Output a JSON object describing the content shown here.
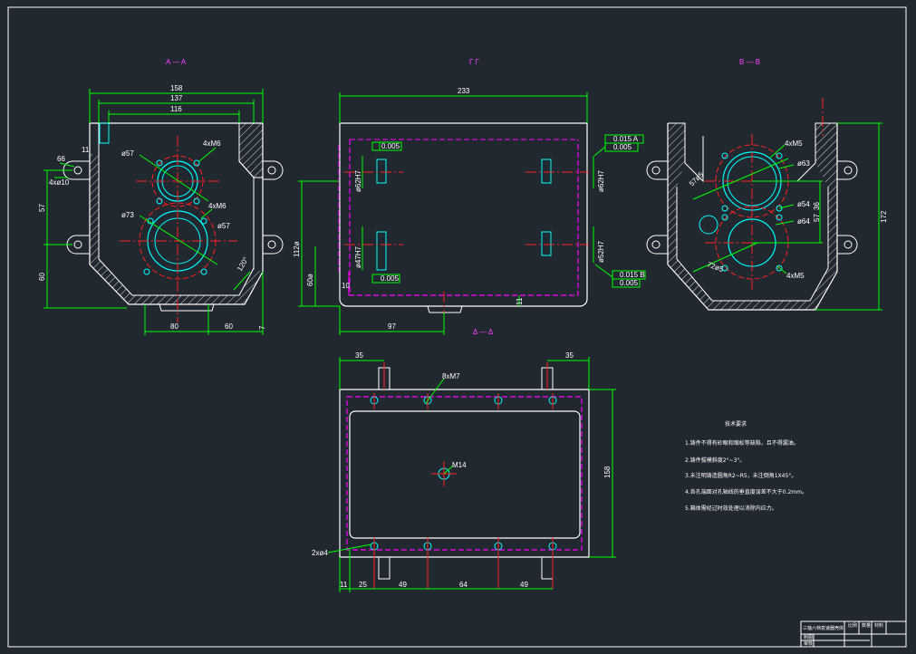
{
  "colors": {
    "background": "#212830",
    "outline": "#ffffff",
    "dimension": "#00ff00",
    "centerline": "#ff2020",
    "hidden": "#ff00ff",
    "bore": "#00ffff",
    "hatch": "#ffffff"
  },
  "view_labels": {
    "left": "A — A",
    "front": "Γ Γ",
    "right": "B — B",
    "bottom": "Δ — Δ"
  },
  "left_view": {
    "dims": {
      "w158": "158",
      "w137": "137",
      "w116": "116",
      "d11": "11",
      "r66": "66",
      "d4x10": "4xø10",
      "h57": "57",
      "h60": "60",
      "b80": "80",
      "b60": "60",
      "d7": "7",
      "ang": "120°",
      "d57a": "ø57",
      "d4m6a": "4xM6",
      "d73": "ø73",
      "d4m6b": "4xM6",
      "d57b": "ø57"
    }
  },
  "front_view": {
    "dims": {
      "w233": "233",
      "w97": "97",
      "h11": "11",
      "h112": "112ø",
      "h60": "60ø",
      "d10": "10",
      "tol1": "0.005",
      "tol2": "0.015 A",
      "tol3": "0.005",
      "tol4": "0.015 B",
      "tol5": "0.005",
      "tol6": "0.005",
      "bore1": "ø62H7",
      "bore2": "ø47H7",
      "bore3": "ø62H7",
      "bore4": "ø52H7"
    }
  },
  "right_view": {
    "dims": {
      "h172": "172",
      "d63": "ø63",
      "d54": "ø54",
      "d64": "ø64",
      "d4m5a": "4xM5",
      "d4m5b": "4xM5",
      "d57": "57",
      "d36": "36",
      "a57": "57ø5",
      "a72": "72ø5"
    }
  },
  "bottom_view": {
    "dims": {
      "w35a": "35",
      "w35b": "35",
      "h158": "158",
      "m8": "8xM7",
      "m14": "M14",
      "m4": "2xø4",
      "b11": "11",
      "b25": "25",
      "b49a": "49",
      "b64": "64",
      "b49b": "49"
    }
  },
  "notes": {
    "title": "技术要求",
    "items": [
      "1.铸件不得有砂眼和缩松等缺陷，且不得漏油。",
      "2.铸件拔模斜度2°~3°。",
      "3.未注明铸造圆角R2~R5，未注倒角1X45°。",
      "4.各孔端面对孔轴线的垂直度误差不大于0.2mm。",
      "5.箱体需经过时效处理以消除内应力。"
    ]
  },
  "title_block": {
    "name": "三轴六档变速器壳体",
    "c1": "比例",
    "c2": "数量",
    "c3": "材料",
    "r1": "制图",
    "r2": "审核"
  }
}
